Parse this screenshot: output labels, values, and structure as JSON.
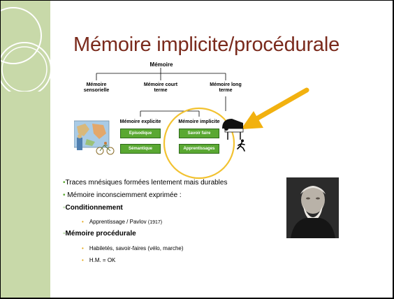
{
  "slide": {
    "title": "Mémoire implicite/procédurale",
    "diagram": {
      "root": "Mémoire",
      "branches": [
        "Mémoire sensorielle",
        "Mémoire court terme",
        "Mémoire long terme"
      ],
      "explicit": {
        "label": "Mémoire explicite",
        "boxes": [
          "Episodique",
          "Sémantique"
        ]
      },
      "implicit": {
        "label": "Mémoire implicite",
        "boxes": [
          "Savoir faire",
          "Apprentissages"
        ]
      }
    },
    "bullets": [
      "Traces mnésiques formées lentement mais durables",
      "Mémoire inconsciemment exprimée :",
      "Conditionnement",
      "Mémoire procédurale"
    ],
    "subbullets": {
      "conditioning": {
        "text": "Apprentissage / Pavlov",
        "year": "(1917)"
      },
      "procedural": [
        "Habiletés, savoir-faires (vélo, marche)",
        "H.M. = OK"
      ]
    }
  },
  "colors": {
    "title": "#7a2a1c",
    "sidebar": "#c8d9a9",
    "box": "#5aa832",
    "circle": "#f2c230",
    "arrow": "#f2b10f"
  }
}
